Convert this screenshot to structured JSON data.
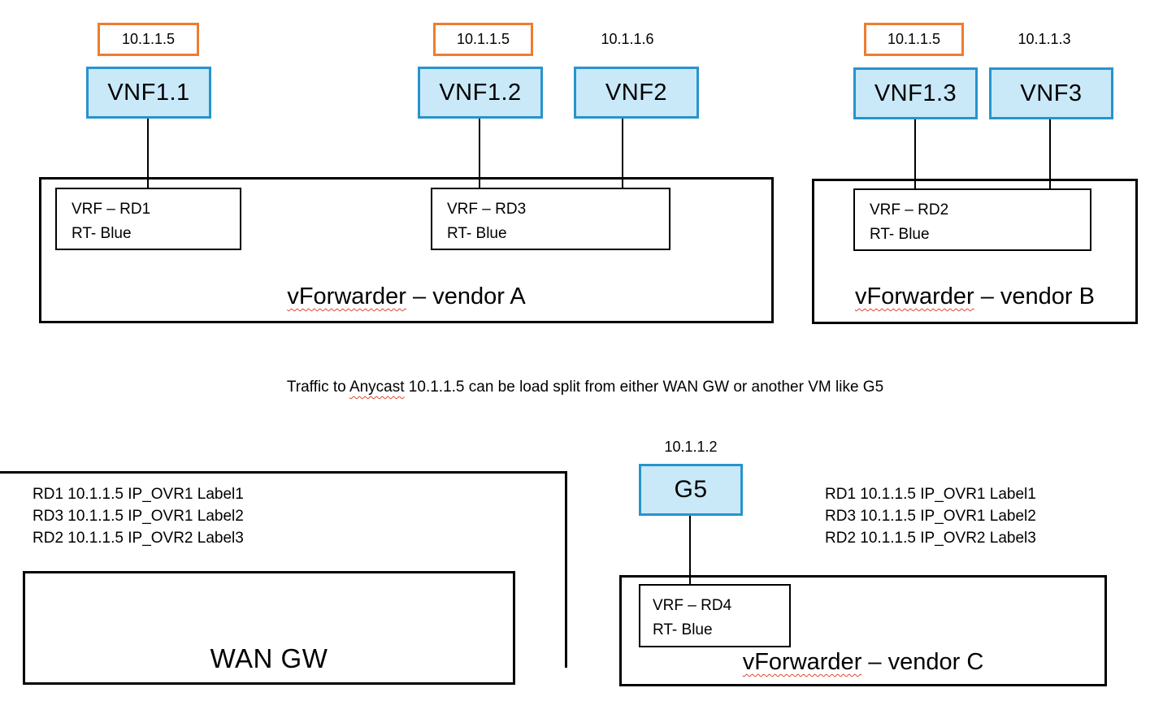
{
  "colors": {
    "node_fill": "#C9E8F8",
    "node_border": "#2794CC",
    "ip_box_border": "#ED7D31",
    "line": "#000000",
    "spellcheck_squiggle": "#E0462F"
  },
  "vendor_a": {
    "title_word": "vForwarder",
    "title_rest": " – vendor A",
    "vnf11": {
      "ip": "10.1.1.5",
      "label": "VNF1.1"
    },
    "vnf12": {
      "ip": "10.1.1.5",
      "label": "VNF1.2"
    },
    "vnf2": {
      "ip": "10.1.1.6",
      "label": "VNF2"
    },
    "vrf_rd1": {
      "line1": "VRF – RD1",
      "line2": "RT- Blue"
    },
    "vrf_rd3": {
      "line1": "VRF – RD3",
      "line2": "RT- Blue"
    }
  },
  "vendor_b": {
    "title_word": "vForwarder",
    "title_rest": " – vendor B",
    "vnf13": {
      "ip": "10.1.1.5",
      "label": "VNF1.3"
    },
    "vnf3": {
      "ip": "10.1.1.3",
      "label": "VNF3"
    },
    "vrf_rd2": {
      "line1": "VRF – RD2",
      "line2": "RT- Blue"
    }
  },
  "caption": {
    "pre": "Traffic to ",
    "word": "Anycast",
    "post": " 10.1.1.5 can be load split from either WAN GW or another VM like G5"
  },
  "wan_gw": {
    "label": "WAN GW",
    "routes": [
      "RD1 10.1.1.5 IP_OVR1 Label1",
      "RD3 10.1.1.5 IP_OVR1 Label2",
      "RD2 10.1.1.5 IP_OVR2 Label3"
    ]
  },
  "vendor_c": {
    "title_word": "vForwarder",
    "title_rest": " – vendor C",
    "g5": {
      "ip": "10.1.1.2",
      "label": "G5"
    },
    "vrf_rd4": {
      "line1": "VRF – RD4",
      "line2": "RT- Blue"
    },
    "routes": [
      "RD1 10.1.1.5 IP_OVR1 Label1",
      "RD3 10.1.1.5 IP_OVR1 Label2",
      "RD2 10.1.1.5 IP_OVR2 Label3"
    ]
  }
}
